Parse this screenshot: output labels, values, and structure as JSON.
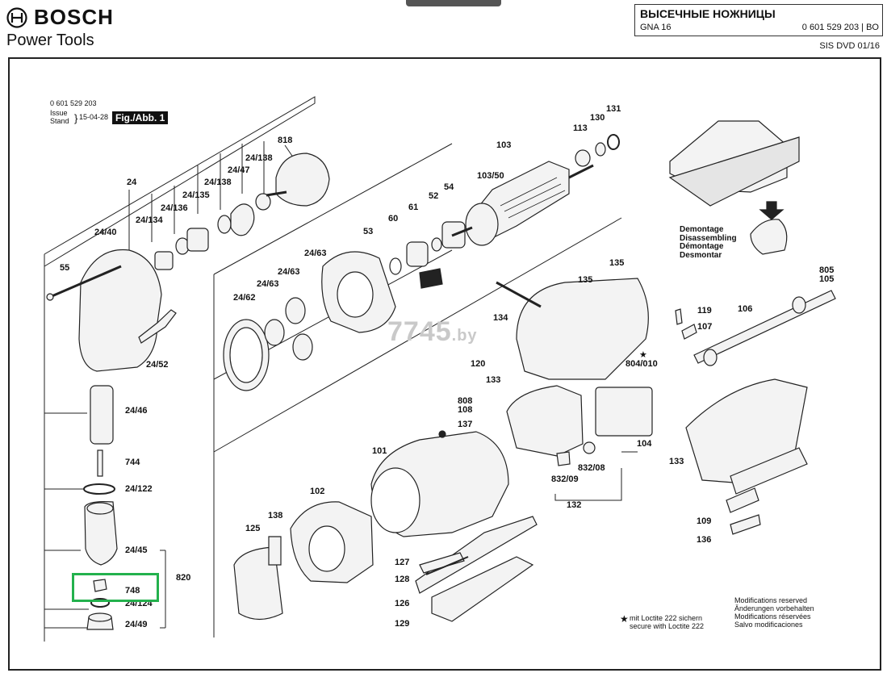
{
  "header": {
    "brand": "BOSCH",
    "subtitle": "Power Tools",
    "title": "ВЫСЕЧНЫЕ НОЖНИЦЫ",
    "model": "GNA 16",
    "part_number": "0 601 529 203 | BO",
    "source": "SIS DVD 01/16"
  },
  "figure": {
    "doc_number": "0 601 529 203",
    "issue_label": "Issue",
    "stand_label": "Stand",
    "issue_date": "15-04-28",
    "fig_label": "Fig./Abb. 1"
  },
  "disassembly": [
    "Demontage",
    "Disassembling",
    "Démontage",
    "Desmontar"
  ],
  "loctite_note": [
    "mit Loctite 222 sichern",
    "secure with Loctite 222"
  ],
  "modifications": [
    "Modifications reserved",
    "Änderungen vorbehalten",
    "Modifications réservées",
    "Salvo modificaciones"
  ],
  "watermark": {
    "main": "7745",
    "suffix": ".by"
  },
  "parts": {
    "p24": "24",
    "p24_40": "24/40",
    "p24_134": "24/134",
    "p24_136": "24/136",
    "p24_135": "24/135",
    "p24_138a": "24/138",
    "p24_47": "24/47",
    "p24_138b": "24/138",
    "p818": "818",
    "p55": "55",
    "p24_52": "24/52",
    "p24_46": "24/46",
    "p744": "744",
    "p24_122": "24/122",
    "p24_45": "24/45",
    "p820": "820",
    "p748": "748",
    "p24_124": "24/124",
    "p24_49": "24/49",
    "p24_62": "24/62",
    "p24_63a": "24/63",
    "p24_63b": "24/63",
    "p24_63c": "24/63",
    "p53": "53",
    "p60": "60",
    "p61": "61",
    "p52": "52",
    "p54": "54",
    "p103": "103",
    "p103_50": "103/50",
    "p113": "113",
    "p130": "130",
    "p131": "131",
    "p135a": "135",
    "p135b": "135",
    "p134": "134",
    "p120": "120",
    "p133a": "133",
    "p119": "119",
    "p107": "107",
    "p106": "106",
    "p805": "805",
    "p105": "105",
    "p804_010": "804/010",
    "p808": "808",
    "p108": "108",
    "p137": "137",
    "p101": "101",
    "p104": "104",
    "p832_08": "832/08",
    "p832_09": "832/09",
    "p132": "132",
    "p133b": "133",
    "p102": "102",
    "p138": "138",
    "p125": "125",
    "p127": "127",
    "p128": "128",
    "p126": "126",
    "p129": "129",
    "p109": "109",
    "p136": "136"
  }
}
